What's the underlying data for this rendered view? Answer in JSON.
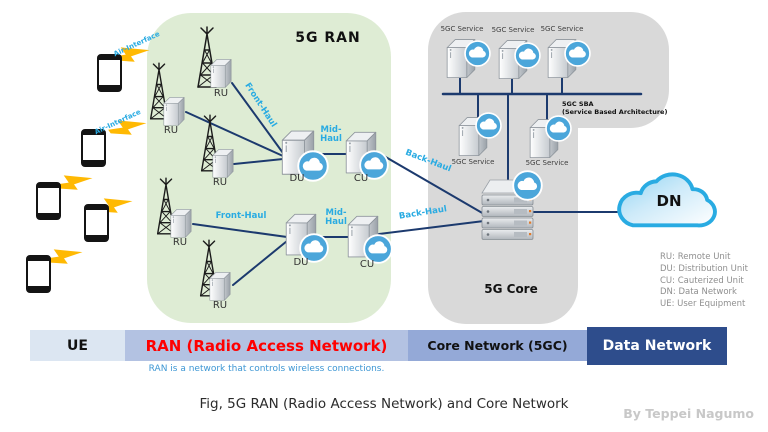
{
  "diagram": {
    "ran_title": "5G RAN",
    "core_title": "5G Core",
    "dn_label": "DN",
    "ru": "RU",
    "du": "DU",
    "cu": "CU",
    "service": "5GC Service",
    "sba_line1": "5GC SBA",
    "sba_line2": "(Service Based Architecture)",
    "front_haul": "Front-Haul",
    "mid_haul_line1": "Mid-",
    "mid_haul_line2": "Haul",
    "back_haul": "Back-Haul",
    "air_interface": "Air-Interface"
  },
  "legend": {
    "items": [
      "RU: Remote Unit",
      "DU: Distribution Unit",
      "CU: Cauterized Unit",
      "DN: Data Network",
      "UE: User Equipment"
    ]
  },
  "bands": {
    "ue": "UE",
    "ran": "RAN (Radio Access Network)",
    "core": "Core Network (5GC)",
    "dn": "Data Network",
    "ran_note": "RAN is a network that controls wireless connections."
  },
  "caption": "Fig, 5G RAN (Radio Access Network) and Core Network",
  "credit": "By Teppei Nagumo",
  "colors": {
    "ran_box": "#deecd4",
    "core_box": "#d9d9d9",
    "line": "#1c3a6e",
    "haul_label": "#29abe2",
    "bolt": "#ffb903",
    "cloud_icon": "#4ba6da",
    "dn_cloud_stroke": "#29abe2",
    "band_ue": "#dce6f2",
    "band_ran": "#b3c2e2",
    "band_core": "#94a9d7",
    "band_dn": "#2e4d8c",
    "ran_band_text": "#ff0000",
    "note_text": "#3e97d4"
  }
}
